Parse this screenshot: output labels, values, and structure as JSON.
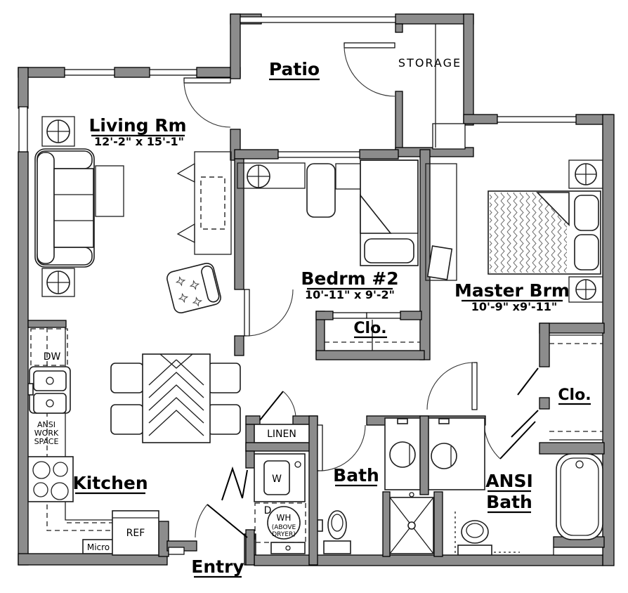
{
  "drawing": {
    "type": "apartment-floor-plan",
    "colors": {
      "wall": "#8c8c8c",
      "line": "#000000",
      "background": "#ffffff"
    },
    "rooms": {
      "living": {
        "name": "Living Rm",
        "dims": "12'-2\" x 15'-1\""
      },
      "patio": {
        "name": "Patio"
      },
      "storage": {
        "name": "STORAGE"
      },
      "bedroom2": {
        "name": "Bedrm #2",
        "dims": "10'-11\" x 9'-2\""
      },
      "bedroom2_closet": {
        "name": "Clo."
      },
      "master": {
        "name": "Master Brm",
        "dims": "10'-9\" x9'-11\""
      },
      "master_closet": {
        "name": "Clo."
      },
      "kitchen": {
        "name": "Kitchen"
      },
      "bath": {
        "name": "Bath"
      },
      "ansi_bath_line1": "ANSI",
      "ansi_bath_line2": "Bath",
      "entry": {
        "name": "Entry"
      },
      "linen": {
        "name": "LINEN"
      }
    },
    "fixtures": {
      "dishwasher": "DW",
      "work_space_line1": "ANSI",
      "work_space_line2": "WORK",
      "work_space_line3": "SPACE",
      "microwave": "Micro",
      "refrigerator": "REF",
      "washer": "W",
      "dryer": "D",
      "water_heater_line1": "WH",
      "water_heater_line2": "(ABOVE",
      "water_heater_line3": "DRYER)"
    }
  }
}
